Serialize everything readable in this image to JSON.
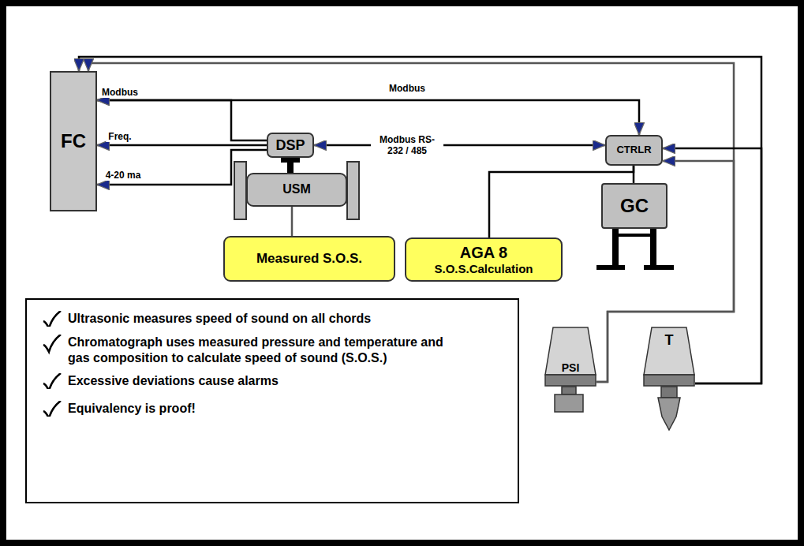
{
  "diagram": {
    "nodes": [
      {
        "text": [
          "FC"
        ]
      },
      {
        "text": [
          "DSP"
        ]
      },
      {
        "text": [
          "USM"
        ]
      },
      {
        "text": [
          "CTRLR"
        ]
      },
      {
        "text": [
          "GC"
        ]
      },
      {
        "text": [
          "Measured S.O.S."
        ]
      },
      {
        "text": [
          "AGA 8",
          "S.O.S.Calculation"
        ]
      },
      {
        "text": [
          "Ultrasonic measures speed of sound on all chords",
          "Chromatograph uses measured pressure and temperature and gas composition to calculate speed of sound (S.O.S.)",
          "Excessive deviations cause alarms",
          "Equivalency is proof!"
        ]
      },
      {
        "text": [
          "PSI"
        ]
      },
      {
        "text": [
          "T"
        ]
      }
    ],
    "edges": [
      {
        "from": 1,
        "to": 0,
        "label": "Modbus",
        "arrow": "to"
      },
      {
        "from": 1,
        "to": 0,
        "label": "Freq.",
        "arrow": "to"
      },
      {
        "from": 1,
        "to": 0,
        "label": "4-20 ma",
        "arrow": "to"
      },
      {
        "from": 3,
        "to": 0,
        "label": "Modbus",
        "arrow": "both"
      },
      {
        "from": 1,
        "to": 3,
        "label": "Modbus RS-232 / 485",
        "arrow": "both"
      },
      {
        "from": 2,
        "to": 5,
        "arrow": "none"
      },
      {
        "from": 6,
        "to": 3,
        "arrow": "none"
      },
      {
        "from": 3,
        "to": 4,
        "arrow": "none"
      },
      {
        "from": 8,
        "to": 3,
        "arrow": "to"
      },
      {
        "from": 8,
        "to": 0,
        "arrow": "to"
      },
      {
        "from": 9,
        "to": 3,
        "arrow": "to"
      },
      {
        "from": 9,
        "to": 0,
        "arrow": "to"
      }
    ]
  }
}
